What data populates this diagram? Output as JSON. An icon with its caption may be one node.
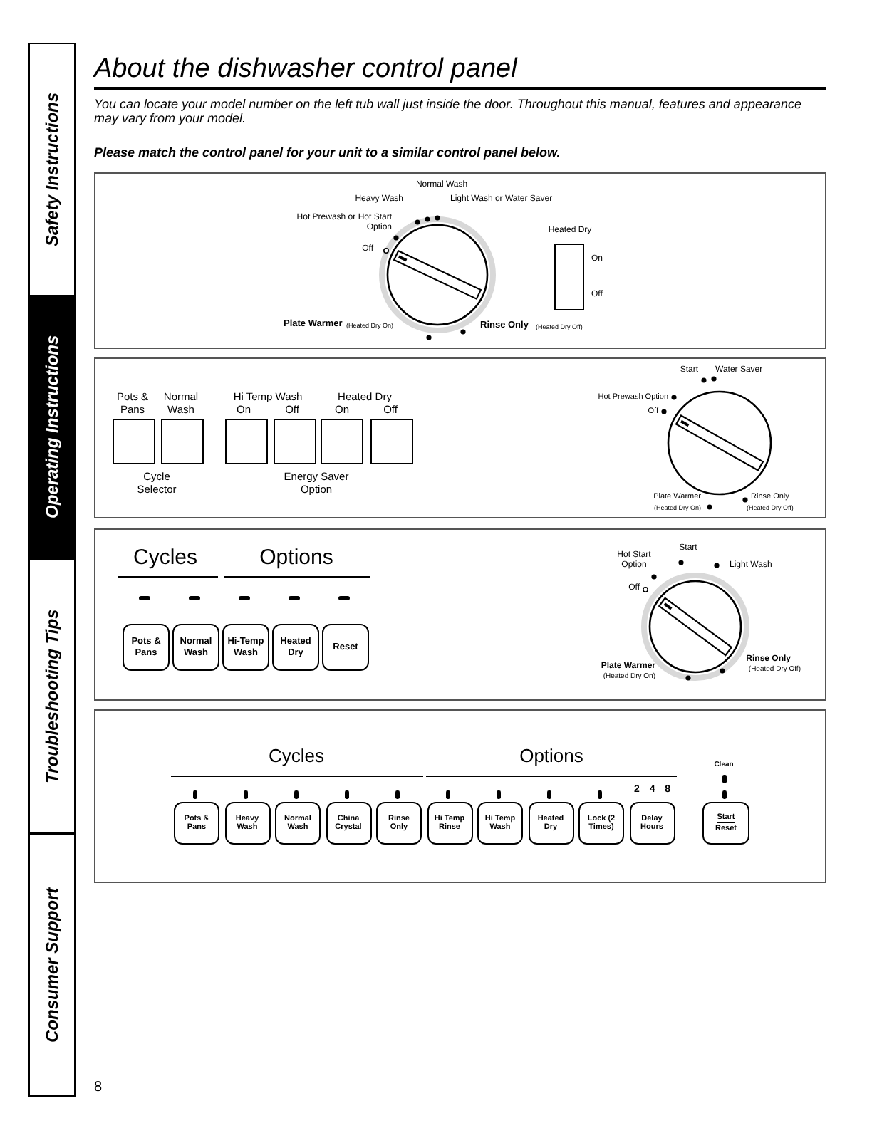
{
  "diagram": {
    "title": "About the dishwasher control panel",
    "nodes": [
      {
        "text": [
          "Safety Instructions"
        ]
      },
      {
        "text": [
          "Operating Instructions"
        ]
      },
      {
        "text": [
          "Troubleshooting Tips"
        ]
      },
      {
        "text": [
          "Consumer Support"
        ]
      },
      {
        "text": [],
        "shape": "box"
      },
      {
        "text": [],
        "shape": "box",
        "in": 4,
        "beside": [
          "On",
          "Off"
        ]
      },
      {
        "text": [],
        "shape": "box"
      },
      {
        "text": [],
        "shape": "box",
        "in": 6
      },
      {
        "text": [],
        "shape": "box",
        "in": 6
      },
      {
        "text": [],
        "shape": "box",
        "in": 6
      },
      {
        "text": [],
        "shape": "box",
        "in": 6
      },
      {
        "text": [],
        "shape": "box",
        "in": 6
      },
      {
        "text": [],
        "shape": "box",
        "in": 6
      },
      {
        "text": [],
        "shape": "box"
      },
      {
        "text": [
          "Pots & Pans"
        ],
        "in": 13
      },
      {
        "text": [
          "Normal Wash"
        ],
        "in": 13
      },
      {
        "text": [
          "Hi-Temp Wash"
        ],
        "in": 13
      },
      {
        "text": [
          "Heated Dry"
        ],
        "in": 13
      },
      {
        "text": [
          "Reset"
        ],
        "in": 13
      },
      {
        "text": [],
        "shape": "box"
      },
      {
        "text": [
          "Pots & Pans"
        ],
        "in": 19
      },
      {
        "text": [
          "Heavy Wash"
        ],
        "in": 19
      },
      {
        "text": [
          "Normal Wash"
        ],
        "in": 19
      },
      {
        "text": [
          "China Crystal"
        ],
        "in": 19
      },
      {
        "text": [
          "Rinse Only"
        ],
        "in": 19
      },
      {
        "text": [
          "Hi Temp Rinse"
        ],
        "in": 19
      },
      {
        "text": [
          "Hi Temp Wash"
        ],
        "in": 19
      },
      {
        "text": [
          "Heated Dry"
        ],
        "in": 19
      },
      {
        "text": [
          "Lock (2 Times)"
        ],
        "in": 19
      },
      {
        "text": [
          "Delay Hours"
        ],
        "in": 19
      },
      {
        "text": [
          "Start",
          "Reset"
        ],
        "in": 19
      }
    ],
    "labels": [
      "You can locate your model number on the left tub wall just inside the door. Throughout this manual, features and appearance may vary from your model.",
      "Please match the control panel for your unit to a similar control panel below.",
      "Normal Wash",
      "Heavy Wash",
      "Light Wash or Water Saver",
      "Hot Prewash or Hot Start Option",
      "Heated Dry",
      "Off",
      "Plate Warmer",
      "(Heated Dry On)",
      "Rinse Only",
      "(Heated Dry Off)",
      "Start",
      "Water Saver",
      "Pots & Pans",
      "Normal Wash",
      "Hi Temp Wash",
      "Heated Dry",
      "Hot Prewash Option",
      "On",
      "Off",
      "On",
      "Off",
      "Off",
      "Cycle Selector",
      "Energy Saver Option",
      "Plate Warmer",
      "(Heated Dry On)",
      "Rinse Only",
      "(Heated Dry Off)",
      "Cycles",
      "Options",
      "Start",
      "Hot Start Option",
      "Light Wash",
      "Off",
      "Plate Warmer",
      "(Heated Dry On)",
      "Rinse Only",
      "(Heated Dry Off)",
      "Cycles",
      "Options",
      "Clean",
      "2 4 8",
      "8"
    ]
  }
}
